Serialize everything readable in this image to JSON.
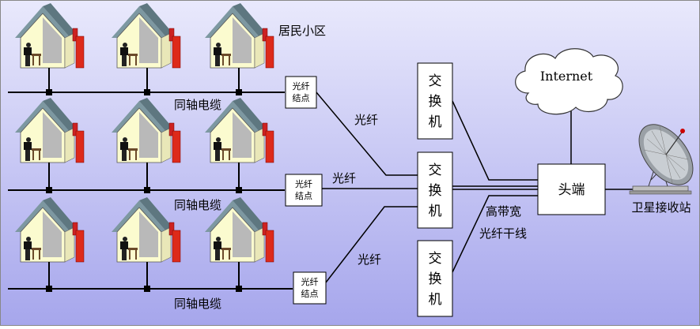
{
  "labels": {
    "community": "居民小区",
    "coax": "同轴电缆",
    "fiber": "光纤",
    "node_line1": "光纤",
    "node_line2": "结点",
    "switch_chars": [
      "交",
      "换",
      "机"
    ],
    "headend": "头端",
    "internet": "Internet",
    "trunk_line1": "高带宽",
    "trunk_line2": "光纤干线",
    "satellite": "卫星接收站"
  },
  "colors": {
    "background_top": "#e6e6fb",
    "background_bottom": "#a9a9ee",
    "roof": "#7f9aa3",
    "wall": "#ffffcc",
    "door_red": "#cc2222",
    "line": "#000000"
  },
  "icons": {
    "house": "house-icon",
    "cloud": "cloud-icon",
    "satellite_dish": "satellite-dish-icon"
  }
}
